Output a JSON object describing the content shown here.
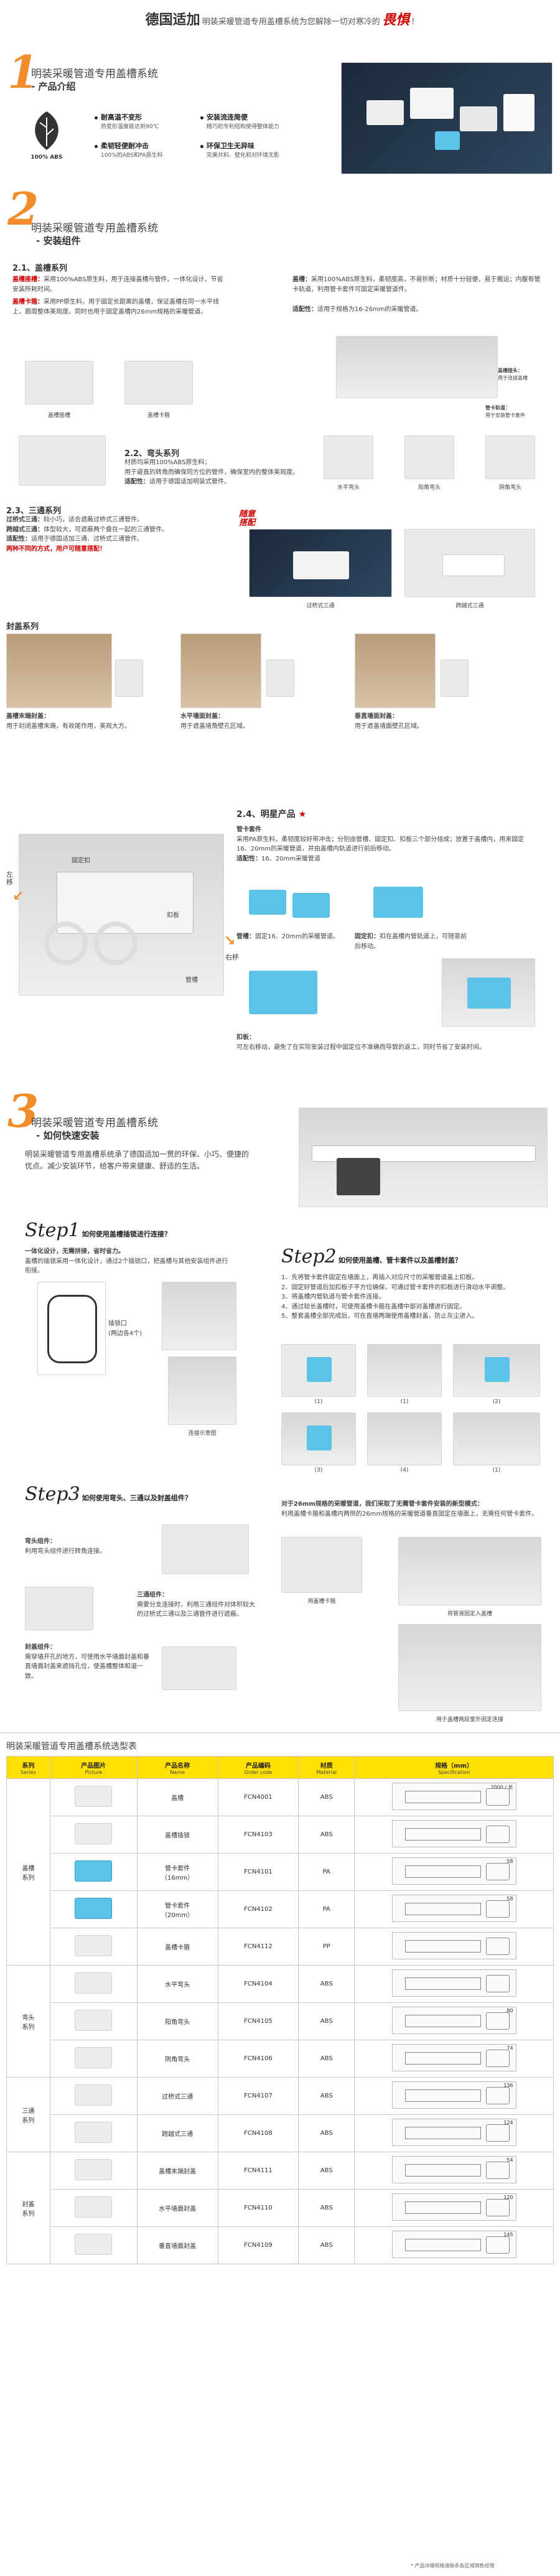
{
  "header": {
    "brand": "德国适加",
    "subtitle": "明装采暖管道专用盖槽系统为您解除一切对寒冷的",
    "highlight": "畏惧",
    "mark": "!"
  },
  "s1": {
    "num": "1",
    "title": "明装采暖管道专用盖槽系统",
    "subtitle": "- 产品介绍",
    "abs_label": "100% ABS",
    "features": [
      {
        "t": "耐高温不变形",
        "d": "热变形温度能达到90℃"
      },
      {
        "t": "安装流连简便",
        "d": "精巧的专利结构使得整体能力"
      },
      {
        "t": "柔韧轻便耐冲击",
        "d": "100%的ABS和PA原生料"
      },
      {
        "t": "环保卫生无异味",
        "d": "完美共料、壁化和对环境无影"
      }
    ]
  },
  "s2": {
    "num": "2",
    "title": "明装采暖管道专用盖槽系统",
    "subtitle": "- 安装组件",
    "c21": {
      "h": "2.1、盖槽系列",
      "p1a": "盖槽座槽：",
      "p1": "采用100%ABS原生料，用于连接盖槽与管件。一体化设计，节省安装所耗时间。",
      "p2a": "盖槽卡箍：",
      "p2": "采用PP原生料，用于固定长距离的盖槽，保证盖槽在同一水平线上，跟周整体美观度。同时也用于固定盖槽内26mm规格的采暖管道。",
      "cap1": "盖槽座槽",
      "cap2": "盖槽卡箍",
      "r1a": "盖槽：",
      "r1": "采用100%ABS原生料，柔韧度高，不易折断；材质十分轻便，易于搬运；内腹有管卡轨道，利用管卡套件可固定采暖管道件。",
      "r2a": "适配性：",
      "r2": "适用于规格为16-26mm的采暖管道。",
      "lbl1": "盖槽接头：",
      "lbl1b": "用于连接盖槽",
      "lbl2": "管卡轨道：",
      "lbl2b": "用于安装管卡套件"
    },
    "c22": {
      "h": "2.2、弯头系列",
      "p1": "材质均采用100%ABS原生料；",
      "p2": "用于避直的转角而确保同方位的管件，确保室内的整体美观度。",
      "p3a": "适配性：",
      "p3": "适用于德国适加明装式管件。",
      "cap1": "水平弯头",
      "cap2": "阳角弯头",
      "cap3": "阴角弯头"
    },
    "c23": {
      "h": "2.3、三通系列",
      "p1a": "过桥式三通：",
      "p1": "较小巧，适合遮蔽过桥式三通管件。",
      "p2a": "跨越式三通：",
      "p2": "体型较大，可遮蔽两个叠在一起的三通管件。",
      "p3a": "适配性：",
      "p3": "适用于德国适加三通、过桥式三通管件。",
      "p4": "两种不同的方式，用户可随意搭配！",
      "tag1": "随意",
      "tag2": "搭配",
      "cap1": "过桥式三通",
      "cap2": "跨越式三通"
    },
    "cover": {
      "h": "封盖系列",
      "cap1": "盖槽末端封盖：",
      "cap1b": "用于封闭盖槽末端，有收尾作用，美观大方。",
      "cap2": "水平墙面封盖：",
      "cap2b": "用于遮盖墙角壁孔区域。",
      "cap3": "垂直墙面封盖：",
      "cap3b": "用于遮盖墙面壁孔区域。"
    },
    "c24": {
      "h": "2.4、明星产品",
      "star": "★",
      "h2": "管卡套件",
      "p1": "采用PA原生料，柔韧度较好带冲击；分别由管槽、固定扣、扣板三个部分组成；放置于盖槽内，用来固定16、20mm的采暖管道，并由盖槽内轨道进行前后移动。",
      "p2a": "适配性：",
      "p2": "16、20mm采暖管道",
      "cap1a": "管槽：",
      "cap1": "固定16、20mm的采暖管道。",
      "cap2a": "固定扣：",
      "cap2": "扣在盖槽内管轨道上，可随意前后移动。",
      "p3a": "扣板：",
      "p3": "可左右移动，避免了在实际安装过程中固定位不准确而导致的返工，同时节省了安装时间。",
      "lbl_fix": "固定扣",
      "lbl_mount": "扣板",
      "lbl_pipe": "管槽",
      "lbl_left": "左移",
      "lbl_right": "右移"
    }
  },
  "s3": {
    "num": "3",
    "title": "明装采暖管道专用盖槽系统",
    "subtitle": "- 如何快速安装",
    "intro": "明装采暖管道专用盖槽系统承了德国适加一贯的环保、小巧、便捷的优点。减少安装环节，给客户带来健康、舒适的生活。",
    "step1": {
      "w": "Step",
      "n": "1",
      "t": "如何使用盖槽插锁进行连接？",
      "a": "一体化设计，无需拼接，省时省力。",
      "b": "盖槽的插锁采用一体化设计，通过2个插锁口，把盖槽与其他安装组件进行衔接。",
      "lbl": "插锁口",
      "lbl2": "(两边各4个)",
      "cap": "连接示意图"
    },
    "step2": {
      "w": "Step",
      "n": "2",
      "t": "如何使用盖槽、管卡套件以及盖槽封盖？",
      "items": [
        "1、先将管卡套件固定在墙面上，再插入对应尺寸的采暖管道盖上扣板。",
        "2、固定好管道后加扣板子平方位确保，可通过管卡套件的扣板进行滑动水平调整。",
        "3、将盖槽内管轨道与管卡套件连接。",
        "4、通过较长盖槽时，可使用盖槽卡箍在盖槽中部对盖槽进行固定。",
        "5、整套盖槽全部完成后，可在直墙两端使用盖槽封盖，防止灰尘进入。"
      ],
      "caps": [
        "(1)",
        "(1)",
        "(2)",
        "(3)",
        "(4)",
        "(1)"
      ]
    },
    "step3": {
      "w": "Step",
      "n": "3",
      "t": "如何使用弯头、三通以及封盖组件？",
      "elbow_a": "弯头组件：",
      "elbow": "利用弯头组件进行转角连接。",
      "tee_a": "三通组件：",
      "tee": "需要分支连接时，利用三通组件对体积较大的过桥式三通以及三通管件进行遮蔽。",
      "cover_a": "封盖组件：",
      "cover": "需穿墙开孔的地方，可使用水平墙面封盖和垂直墙面封盖来遮挡孔位，使盖槽整体和谐一致。",
      "r_t": "对于26mm规格的采暖管道，我们采取了无需管卡套件安装的新型模式：",
      "r_d": "利用盖槽卡箍和盖槽内两侧的26mm规格的采暖管道垂直固定在墙面上，无需任何管卡套件。",
      "cap1": "用盖槽卡箍",
      "cap2": "将管道固定入盖槽",
      "cap3": "用于盖槽两段室外固定连接"
    }
  },
  "table": {
    "title": "明装采暖管道专用盖槽系统选型表",
    "cols": [
      {
        "zh": "系列",
        "en": "Series"
      },
      {
        "zh": "产品图片",
        "en": "Picture"
      },
      {
        "zh": "产品名称",
        "en": "Name"
      },
      {
        "zh": "产品编码",
        "en": "Order code"
      },
      {
        "zh": "材质",
        "en": "Material"
      },
      {
        "zh": "规格（mm）",
        "en": "Specification"
      }
    ],
    "groups": [
      {
        "series": "盖槽\n系列",
        "rows": [
          {
            "name": "盖槽",
            "code": "FCN4001",
            "mat": "ABS",
            "spec": "2000 / 长"
          },
          {
            "name": "盖槽插锁",
            "code": "FCN4103",
            "mat": "ABS",
            "spec": ""
          },
          {
            "name": "管卡套件\n（16mm）",
            "code": "FCN4101",
            "mat": "PA",
            "spec": "58"
          },
          {
            "name": "管卡套件\n（20mm）",
            "code": "FCN4102",
            "mat": "PA",
            "spec": "58"
          },
          {
            "name": "盖槽卡箍",
            "code": "FCN4112",
            "mat": "PP",
            "spec": ""
          }
        ]
      },
      {
        "series": "弯头\n系列",
        "rows": [
          {
            "name": "水平弯头",
            "code": "FCN4104",
            "mat": "ABS",
            "spec": ""
          },
          {
            "name": "阳角弯头",
            "code": "FCN4105",
            "mat": "ABS",
            "spec": "80"
          },
          {
            "name": "阴角弯头",
            "code": "FCN4106",
            "mat": "ABS",
            "spec": "74"
          }
        ]
      },
      {
        "series": "三通\n系列",
        "rows": [
          {
            "name": "过桥式三通",
            "code": "FCN4107",
            "mat": "ABS",
            "spec": "136"
          },
          {
            "name": "跨越式三通",
            "code": "FCN4108",
            "mat": "ABS",
            "spec": "124"
          }
        ]
      },
      {
        "series": "封盖\n系列",
        "rows": [
          {
            "name": "盖槽末端封盖",
            "code": "FCN4111",
            "mat": "ABS",
            "spec": "54"
          },
          {
            "name": "水平墙面封盖",
            "code": "FCN4110",
            "mat": "ABS",
            "spec": "120"
          },
          {
            "name": "垂直墙面封盖",
            "code": "FCN4109",
            "mat": "ABS",
            "spec": "145"
          }
        ]
      }
    ],
    "footnote": "* 产品详细规格请联系各区域销售经理"
  }
}
